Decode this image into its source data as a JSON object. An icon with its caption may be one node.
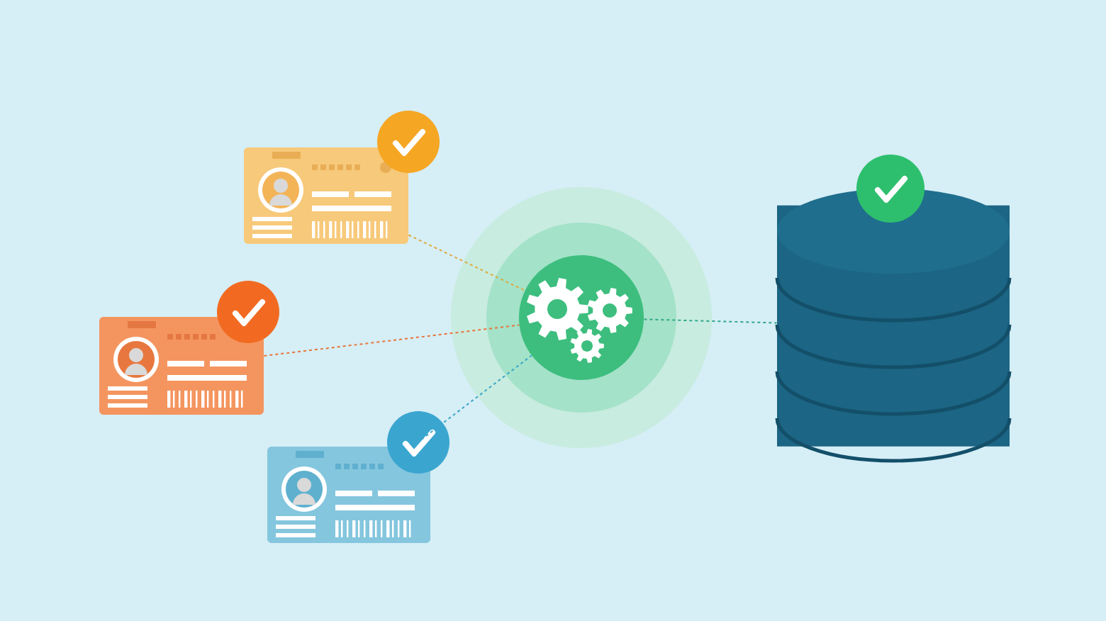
{
  "diagram": {
    "nodes": [
      {
        "text": [],
        "shape": "picture"
      },
      {
        "text": [],
        "shape": "picture"
      },
      {
        "text": [],
        "shape": "picture"
      },
      {
        "text": [],
        "shape": "circle"
      },
      {
        "text": [],
        "shape": "cylinder"
      }
    ],
    "edges": [
      {
        "from": 0,
        "to": 3,
        "arrow": "none",
        "style": "dashed",
        "color": "#e0a93a"
      },
      {
        "from": 1,
        "to": 3,
        "arrow": "none",
        "style": "dashed",
        "color": "#e8743a"
      },
      {
        "from": 2,
        "to": 3,
        "arrow": "none",
        "style": "dashed",
        "color": "#3aa6c8"
      },
      {
        "from": 3,
        "to": 4,
        "arrow": "none",
        "style": "dashed",
        "color": "#2fa88a"
      }
    ]
  }
}
